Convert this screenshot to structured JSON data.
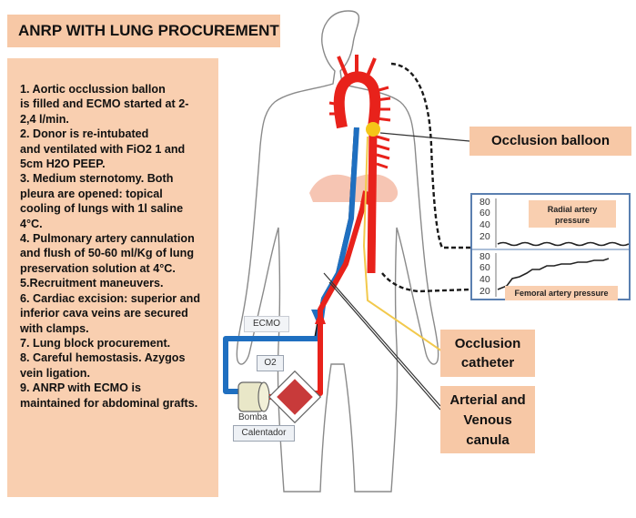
{
  "title": "ANRP WITH LUNG PROCUREMENT",
  "steps": [
    "1. Aortic occlussion ballon",
    "is filled and ECMO started at 2-",
    "2,4 l/min.",
    "2. Donor is re-intubated",
    "and ventilated with FiO2 1 and",
    "5cm H2O PEEP.",
    "3. Medium sternotomy. Both",
    "pleura are opened: topical",
    "cooling of lungs with 1l saline",
    "4°C.",
    "4. Pulmonary artery cannulation",
    "and flush of 50-60 ml/Kg of lung",
    "preservation solution at 4°C.",
    "5.Recruitment maneuvers.",
    "6. Cardiac excision: superior and",
    "inferior cava veins are secured",
    "with clamps.",
    "7. Lung block procurement.",
    "8. Careful hemostasis. Azygos",
    "vein ligation.",
    "9. ANRP with ECMO is",
    "maintained for abdominal grafts."
  ],
  "callouts": {
    "balloon": "Occlusion balloon",
    "catheter_line1": "Occlusion",
    "catheter_line2": "catheter",
    "canula_line1": "Arterial and",
    "canula_line2": "Venous",
    "canula_line3": "canula"
  },
  "gauges": {
    "radial_label_line1": "Radial artery",
    "radial_label_line2": "pressure",
    "radial_ticks": [
      "80",
      "60",
      "40",
      "20"
    ],
    "femoral_label": "Femoral artery pressure",
    "femoral_ticks": [
      "80",
      "60",
      "40",
      "20"
    ]
  },
  "devices": {
    "ecmo": "ECMO",
    "o2": "O2",
    "bomba": "Bomba",
    "calentador": "Calentador"
  },
  "colors": {
    "title_bg": "#f7c8a6",
    "steps_bg": "#f9cfb0",
    "artery": "#e8221b",
    "vein": "#1f6fc0",
    "balloon": "#f5c518",
    "catheter_line": "#f2c94c",
    "oxygenator": "#c83a3a"
  }
}
